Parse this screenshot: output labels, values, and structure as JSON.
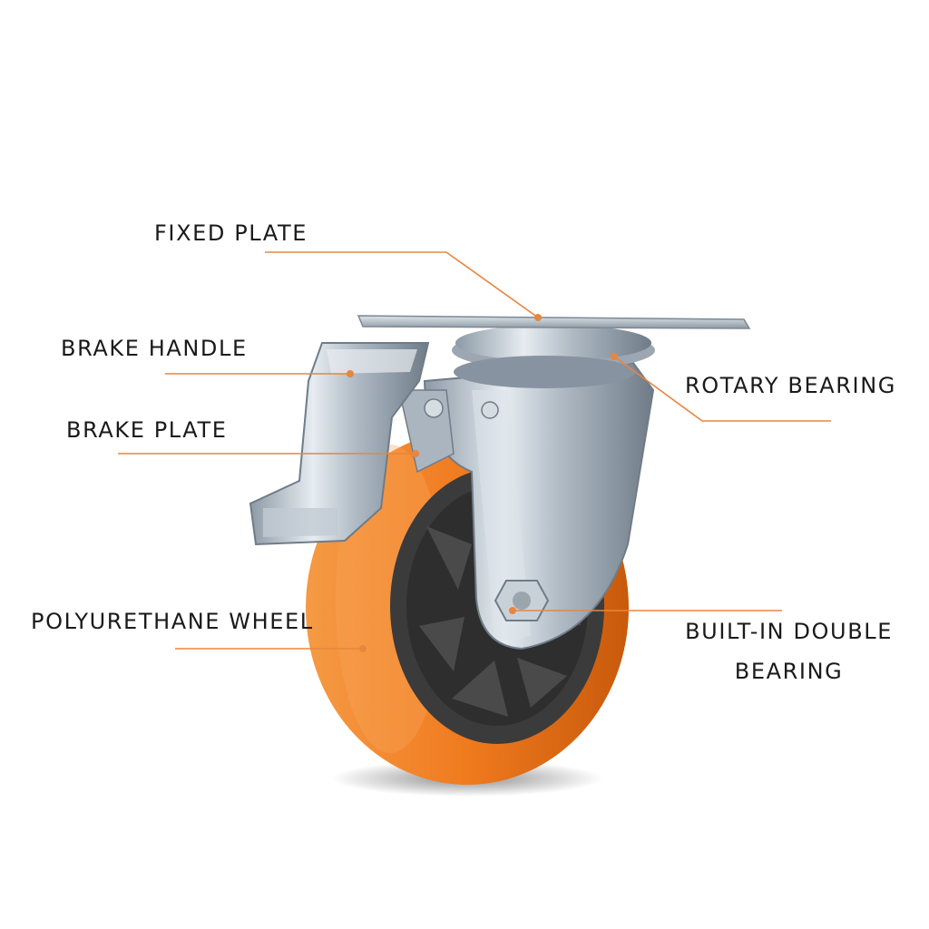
{
  "colors": {
    "background": "#ffffff",
    "label_text": "#1a1a1a",
    "leader_line": "#e8853e",
    "wheel_tread": "#f07a1e",
    "wheel_hub": "#3a3a3a",
    "steel": "#b9c3cc"
  },
  "callouts": {
    "fixed_plate": "FIXED PLATE",
    "brake_handle": "BRAKE HANDLE",
    "brake_plate": "BRAKE PLATE",
    "polyurethane_wheel": "POLYURETHANE WHEEL",
    "rotary_bearing": "ROTARY BEARING",
    "built_in_double_bearing": [
      "BUILT-IN DOUBLE",
      "BEARING"
    ]
  }
}
